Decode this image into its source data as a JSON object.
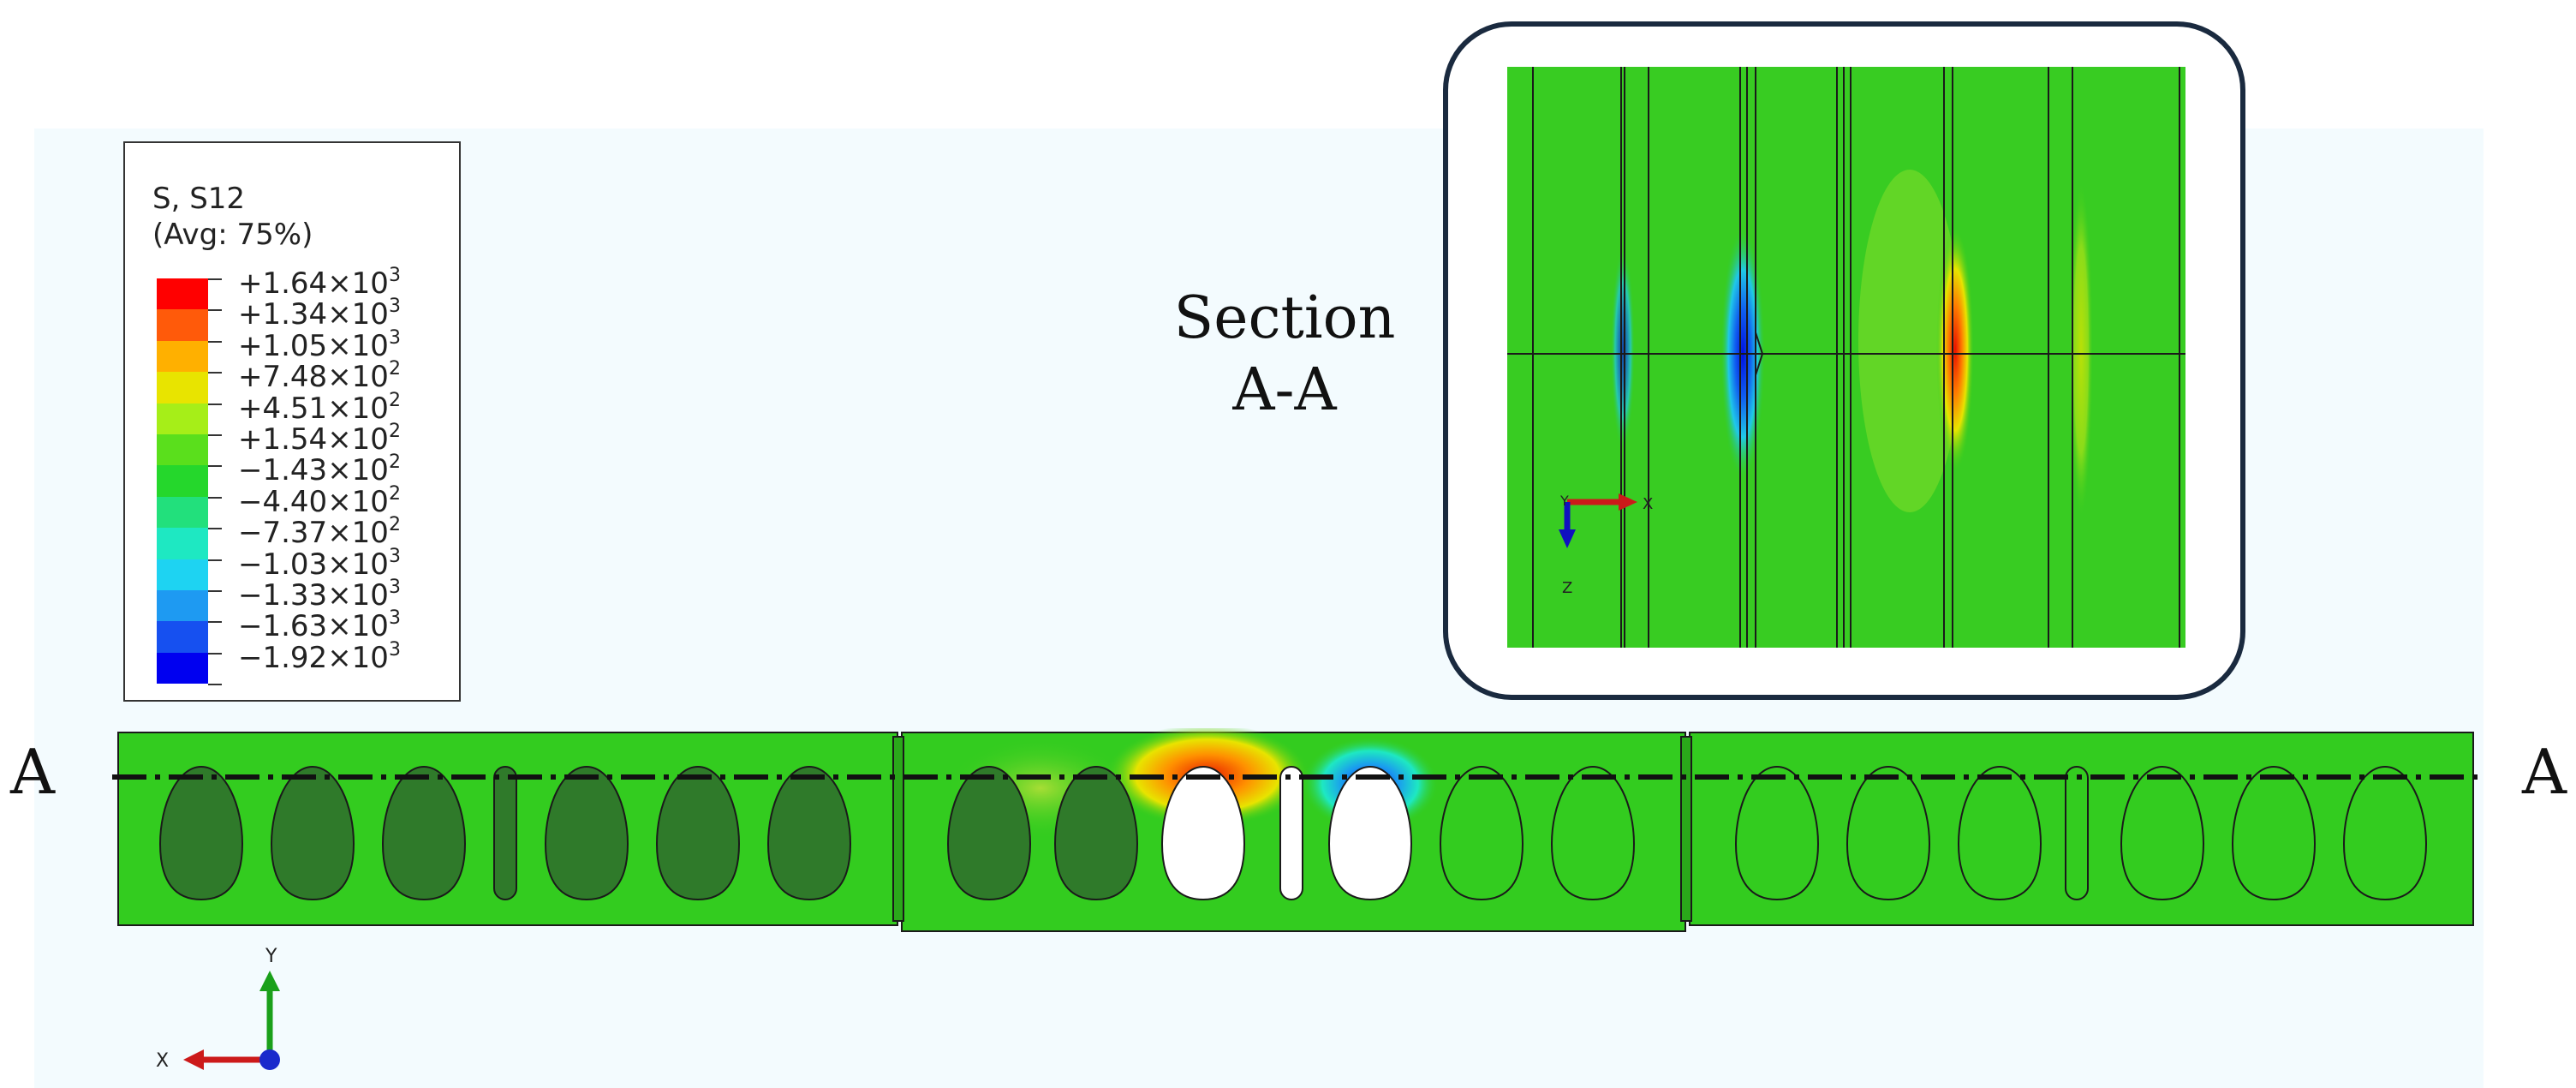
{
  "legend": {
    "title": "S, S12",
    "subtitle": "(Avg: 75%)",
    "levels": [
      {
        "mantissa": "+1.64",
        "exp": "3",
        "color": "#ff0000"
      },
      {
        "mantissa": "+1.34",
        "exp": "3",
        "color": "#ff5a0a"
      },
      {
        "mantissa": "+1.05",
        "exp": "3",
        "color": "#ffb000"
      },
      {
        "mantissa": "+7.48",
        "exp": "2",
        "color": "#e8e400"
      },
      {
        "mantissa": "+4.51",
        "exp": "2",
        "color": "#a6ee18"
      },
      {
        "mantissa": "+1.54",
        "exp": "2",
        "color": "#5adf1c"
      },
      {
        "mantissa": "−1.43",
        "exp": "2",
        "color": "#25d72c"
      },
      {
        "mantissa": "−4.40",
        "exp": "2",
        "color": "#22e07c"
      },
      {
        "mantissa": "−7.37",
        "exp": "2",
        "color": "#1ee8c2"
      },
      {
        "mantissa": "−1.03",
        "exp": "3",
        "color": "#1ed3f2"
      },
      {
        "mantissa": "−1.33",
        "exp": "3",
        "color": "#1e9af2"
      },
      {
        "mantissa": "−1.63",
        "exp": "3",
        "color": "#1650f0"
      },
      {
        "mantissa": "−1.92",
        "exp": "3",
        "color": "#0000f0"
      }
    ]
  },
  "section_title_line1": "Section",
  "section_title_line2": "A-A",
  "section_mark_left": "A",
  "section_mark_right": "A",
  "inset_triad": {
    "x": "X",
    "z": "Z",
    "y": "Y"
  },
  "main_triad": {
    "x": "X",
    "y": "Y"
  },
  "colors": {
    "base_green": "#33cc1f",
    "dark_cell": "#2f7a2a",
    "outline": "#1a1a1a",
    "frame": "#1a2a3f"
  }
}
